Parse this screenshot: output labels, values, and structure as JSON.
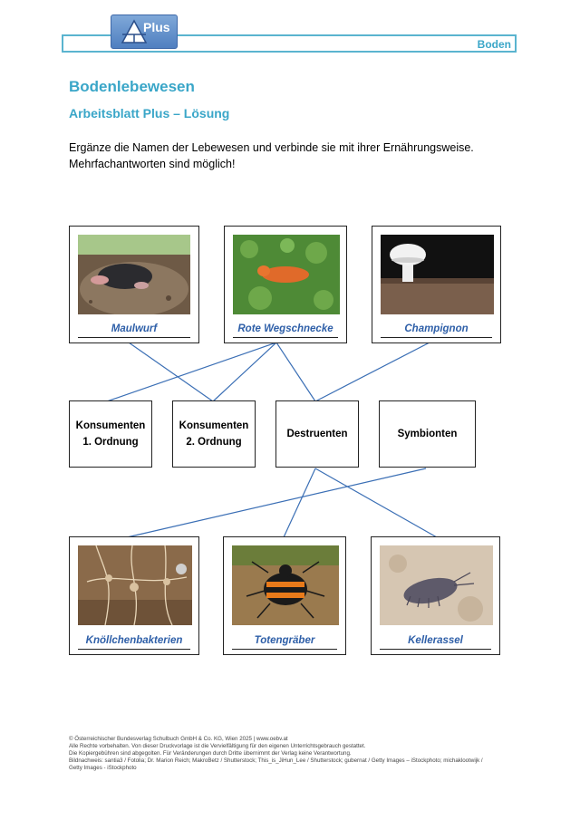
{
  "header": {
    "title": "Boden",
    "logo_text": "Plus"
  },
  "page_title": "Bodenlebewesen",
  "subtitle": "Arbeitsblatt Plus – Lösung",
  "instructions": [
    "Ergänze die Namen der Lebewesen und verbinde sie mit ihrer Ernährungsweise.",
    "Mehrfachantworten sind möglich!"
  ],
  "top_cards": [
    {
      "label": "Maulwurf",
      "photo": "mole-photo"
    },
    {
      "label": "Rote Wegschnecke",
      "photo": "red-slug-photo"
    },
    {
      "label": "Champignon",
      "photo": "mushroom-photo"
    }
  ],
  "categories": [
    {
      "line1": "Konsumenten",
      "line2": "1. Ordnung"
    },
    {
      "line1": "Konsumenten",
      "line2": "2. Ordnung"
    },
    {
      "line1": "Destruenten",
      "line2": ""
    },
    {
      "line1": "Symbionten",
      "line2": ""
    }
  ],
  "bottom_cards": [
    {
      "label": "Knöllchenbakterien",
      "photo": "root-nodules-photo"
    },
    {
      "label": "Totengräber",
      "photo": "burying-beetle-photo"
    },
    {
      "label": "Kellerassel",
      "photo": "woodlouse-photo"
    }
  ],
  "colors": {
    "accent": "#3aa6c8",
    "label": "#2e5fa8",
    "line": "#3b6fb5"
  },
  "footer": [
    "© Österreichischer Bundesverlag Schulbuch GmbH & Co. KG, Wien 2025 | www.oebv.at",
    "Alle Rechte vorbehalten. Von dieser Druckvorlage ist die Vervielfältigung für den eigenen Unterrichtsgebrauch gestattet.",
    "Die Kopiergebühren sind abgegolten. Für Veränderungen durch Dritte übernimmt der Verlag keine Verantwortung.",
    "Bildnachweis: santia3 / Fotolia; Dr. Marion Reich; MakroBetz / Shutterstock; This_is_JiHun_Lee / Shutterstock; gubernat / Getty Images – iStockphoto; michaklootwijk /",
    "Getty Images - iStockphoto"
  ]
}
